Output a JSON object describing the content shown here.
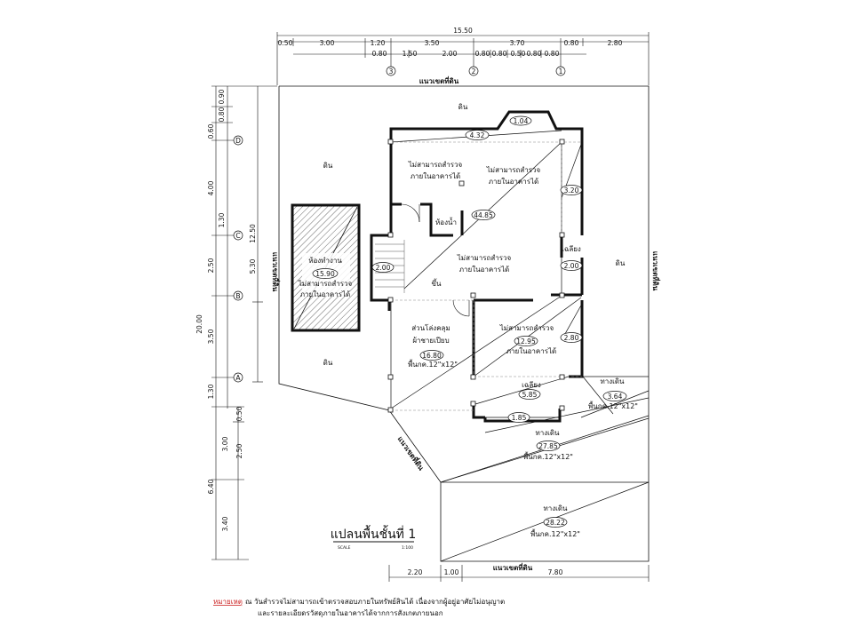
{
  "top_dims": {
    "overall": "15.50",
    "row1": [
      "0.50",
      "3.00",
      "1.20",
      "3.50",
      "3.70",
      "0.80",
      "2.80"
    ],
    "row2": [
      "0.80",
      "1.50",
      "2.00",
      "0.80",
      "0.80",
      "0.50",
      "0.80",
      "0.80"
    ]
  },
  "left_dims": {
    "col1": [
      "0.90",
      "0.80",
      "0.60",
      "4.00",
      "1.30",
      "2.50",
      "3.50",
      "1.30",
      "6.40",
      "3.40"
    ],
    "overall": "20.00",
    "col2": [
      "12.50",
      "5.30"
    ],
    "col3": [
      "0.50",
      "3.00",
      "2.50"
    ]
  },
  "axis_markers": {
    "top": [
      "3",
      "2",
      "1"
    ],
    "left": [
      "D",
      "C",
      "B",
      "A"
    ]
  },
  "boundary_labels": {
    "top": "แนวเขตที่ดิน",
    "left": "แนวเขตที่ดิน",
    "right": "แนวเขตที่ดิน",
    "diagonal": "แนวเขตที่ดิน",
    "bottom": "แนวเขตที่ดิน"
  },
  "land_labels": {
    "top": "ดิน",
    "left_top": "ดิน",
    "left_bottom": "ดิน",
    "right": "ดิน"
  },
  "rooms": {
    "room_tl": [
      "ไม่สามารถสำรวจ",
      "ภายในอาคารได้"
    ],
    "room_tr": [
      "ไม่สามารถสำรวจ",
      "ภายในอาคารได้"
    ],
    "toilet": "ห้องน้ำ",
    "room_mid": [
      "ไม่สามารถสำรวจ",
      "ภายในอาคารได้"
    ],
    "stair": "ขึ้น",
    "room_br": [
      "ไม่สามารถสำรวจ",
      "ภายในอาคารได้"
    ],
    "terrace": [
      "ส่วนโล่งคลุม",
      "ผ้าชายเปียบ",
      "พื้นกค.12\"x12\""
    ],
    "side_porch": "เฉลียง",
    "front_porch": "เฉลียง",
    "annex": [
      "ห้องทำงาน",
      "ไม่สามารถสำรวจ",
      "ภายในอาคารได้"
    ],
    "walkway1": [
      "ทางเดิน",
      "พื้นกค.12\"x12\""
    ],
    "walkway2": [
      "ทางเดิน",
      "พื้นกค.12\"x12\""
    ],
    "walkway3": [
      "ทางเดิน",
      "พื้นกค.12\"x12\""
    ]
  },
  "area_tags": {
    "bay": "1.04",
    "north_wall": "4.32",
    "right_room": "3.20",
    "main_diag": "44.85",
    "stair": "2.00",
    "side_porch": "2.00",
    "room_br": "12.95",
    "room_br_side": "2.80",
    "terrace": "16.80",
    "front_porch": "5.85",
    "front_strip": "1.85",
    "walk_small": "3.64",
    "walk_mid": "27.85",
    "walk_big": "28.22",
    "annex": "15.90"
  },
  "bottom_dims": [
    "2.20",
    "1.00",
    "7.80"
  ],
  "plan_title": "แปลนพื้นชั้นที่ 1",
  "scale_label": "SCALE",
  "scale_value": "1:100",
  "note": {
    "label": "หมายเหตุ",
    "line1": "ณ วันสำรวจไม่สามารถเข้าตรวจสอบภายในทรัพย์สินได้ เนื่องจากผู้อยู่อาศัยไม่อนุญาต",
    "line2": "และรายละเอียดรวัสดุภายในอาคารได้จากการสังเกตภายนอก"
  },
  "colors": {
    "ink": "#111111",
    "note_label": "#cc2222"
  }
}
